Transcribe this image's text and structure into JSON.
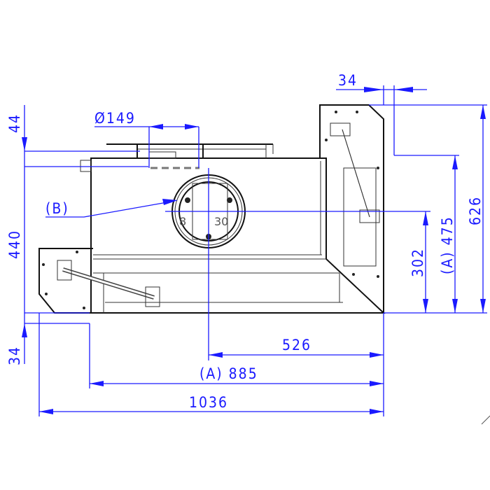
{
  "drawing": {
    "dimensions": {
      "top_offset": "44",
      "diameter": "Ø149",
      "height_left": "440",
      "bottom_offset": "34",
      "top_right_offset": "34",
      "center_height": "302",
      "height_a": "(A) 475",
      "total_height": "626",
      "center_width": "526",
      "width_a": "(A) 885",
      "total_width": "1036"
    },
    "callouts": {
      "b_label": "(B)",
      "circle_left_text": "8",
      "circle_right_text": "30"
    },
    "colors": {
      "dimension": "#1a1aff",
      "outline": "#111111"
    }
  }
}
